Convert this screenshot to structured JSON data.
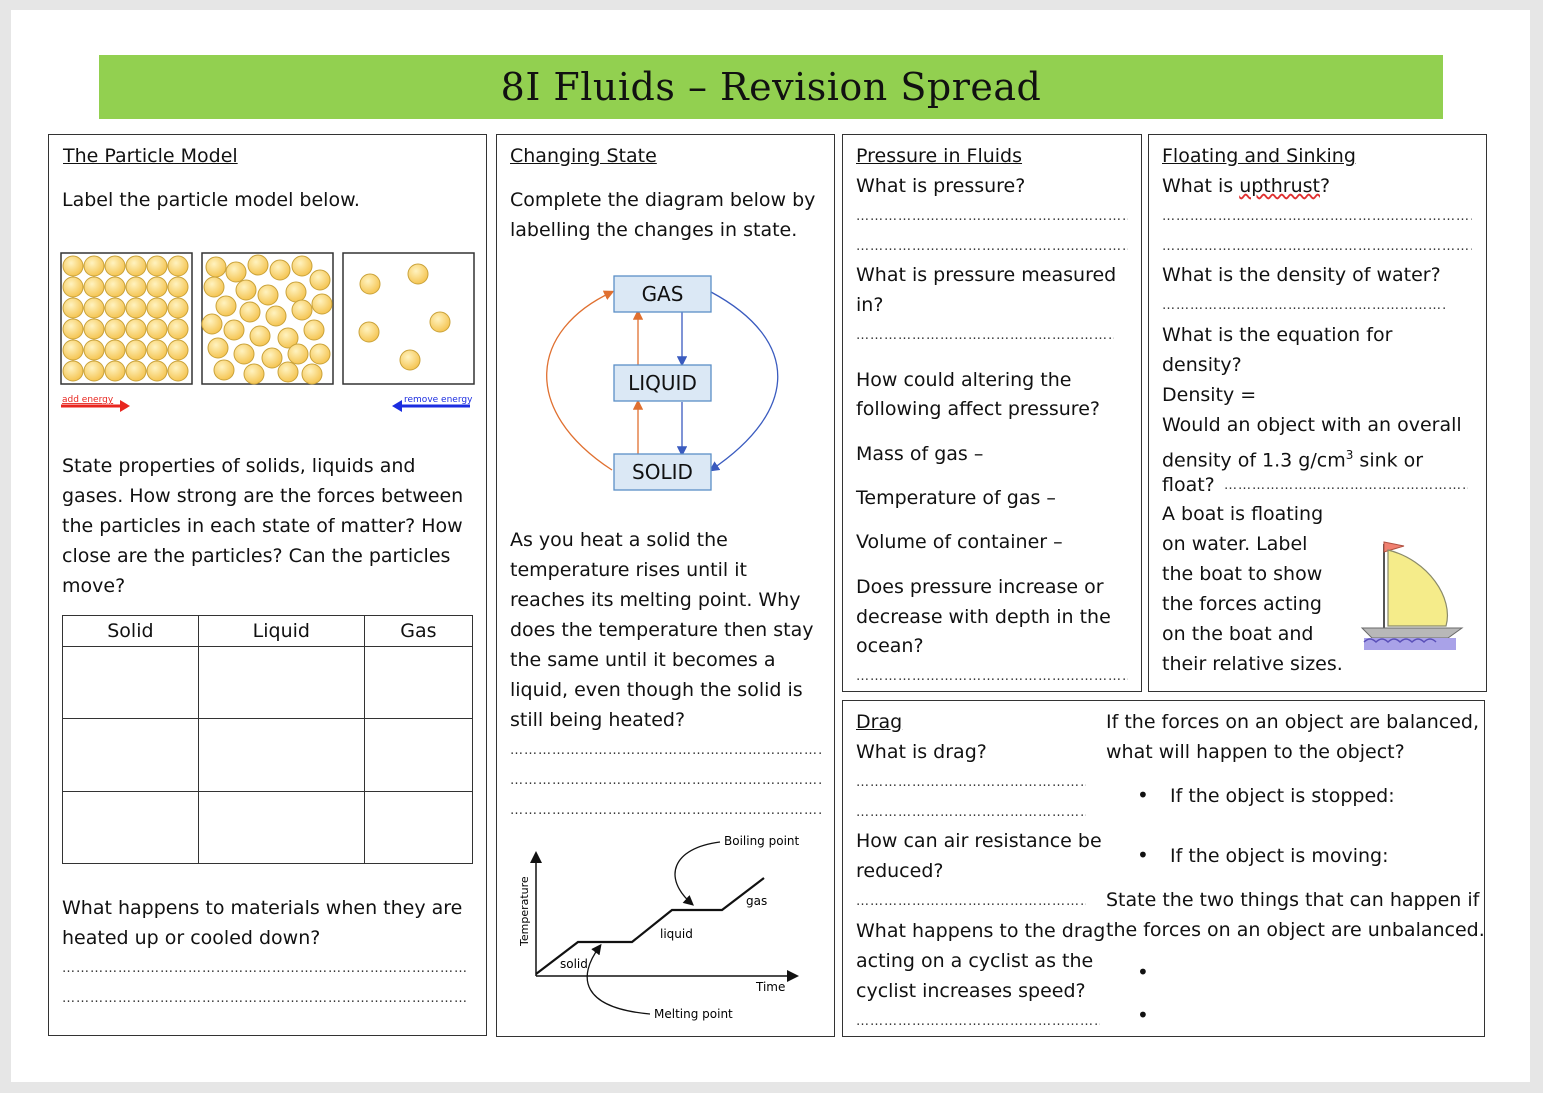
{
  "title": "8I Fluids – Revision Spread",
  "particle_model": {
    "heading": "The Particle Model",
    "instruction": "Label the particle model below.",
    "add_energy": "add energy",
    "remove_energy": "remove energy",
    "question_lines": [
      "State properties of solids, liquids and",
      "gases. How strong are the forces between",
      "the particles in each state of matter? How",
      "close are the particles? Can the particles",
      "move?"
    ],
    "table_headers": [
      "Solid",
      "Liquid",
      "Gas"
    ],
    "question2_lines": [
      "What happens to materials when they are",
      "heated up or cooled down?"
    ],
    "dots": "…………………………………………………………………………………………………………………………………………"
  },
  "changing_state": {
    "heading": "Changing State",
    "instruction_lines": [
      "Complete the diagram below by",
      "labelling the changes in state."
    ],
    "states": [
      "GAS",
      "LIQUID",
      "SOLID"
    ],
    "question_lines": [
      "As you heat a solid the",
      "temperature rises until it",
      "reaches its melting point. Why",
      "does the temperature then stay",
      "the same until it becomes a",
      "liquid, even though the solid is",
      "still being heated?"
    ],
    "graph": {
      "ylabel": "Temperature",
      "xlabel": "Time",
      "boiling_point": "Boiling point",
      "melting_point": "Melting point",
      "solid": "solid",
      "liquid": "liquid",
      "gas": "gas"
    }
  },
  "pressure": {
    "heading": "Pressure in Fluids",
    "q1": "What is pressure?",
    "q2_lines": [
      "What is pressure measured",
      "in?"
    ],
    "q3_lines": [
      "How could altering the",
      "following affect pressure?"
    ],
    "mass": "Mass of gas –",
    "temperature": "Temperature of gas –",
    "volume": "Volume of container –",
    "q4_lines": [
      "Does pressure increase or",
      "decrease with depth in the",
      "ocean?"
    ]
  },
  "floating": {
    "heading": "Floating and Sinking",
    "q1_prefix": "What is ",
    "q1_word": "upthrust",
    "q1_suffix": "?",
    "q2": "What is the density of water?",
    "q3_lines": [
      "What is the equation for",
      "density?"
    ],
    "density": "Density =",
    "q4_line1": "Would an object with an overall",
    "q4_line2_pre": "density of 1.3 g/cm",
    "q4_sup": "3",
    "q4_line2_post": " sink or",
    "q4_line3": "float?",
    "q5_lines": [
      "A boat is floating",
      "on water. Label",
      "the boat to show",
      "the forces acting",
      "on the boat and",
      "their relative sizes."
    ]
  },
  "drag": {
    "heading": "Drag",
    "q1": "What is drag?",
    "q2_lines": [
      "How can air resistance be",
      "reduced?"
    ],
    "q3_lines": [
      "What happens to the drag",
      "acting on a cyclist as the",
      "cyclist increases speed?"
    ],
    "balanced_lines": [
      "If the forces on an object are balanced,",
      "what will happen to the object?"
    ],
    "stopped": "If the object is stopped:",
    "moving": "If the object is moving:",
    "unbalanced_lines": [
      "State the two things that can happen if",
      "the forces on an object are unbalanced."
    ]
  }
}
